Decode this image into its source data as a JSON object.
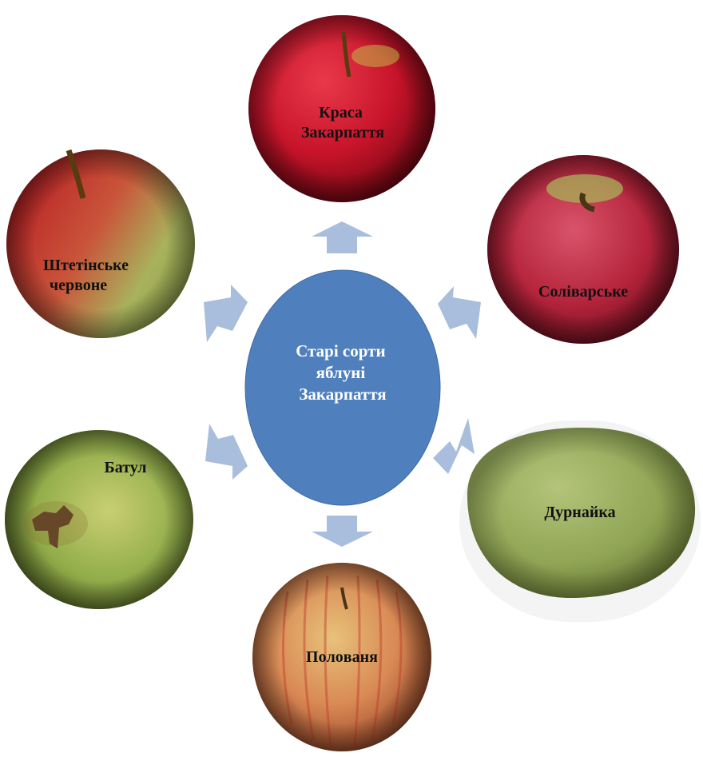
{
  "center": {
    "label_lines": [
      "Старі сорти",
      "яблуні",
      "Закарпаття"
    ]
  },
  "apples": [
    {
      "id": "krasa",
      "label_lines": [
        "Краса",
        "Закарпаття"
      ]
    },
    {
      "id": "solivarske",
      "label_lines": [
        "Соліварське"
      ]
    },
    {
      "id": "durnaika",
      "label_lines": [
        "Дурнайка"
      ]
    },
    {
      "id": "polovanya",
      "label_lines": [
        "Пoлoваня"
      ]
    },
    {
      "id": "batul",
      "label_lines": [
        "Батул"
      ]
    },
    {
      "id": "shtetinske",
      "label_lines": [
        "Штетінське",
        "червоне"
      ]
    }
  ],
  "colors": {
    "center_fill": "#4f80bd",
    "arrow_fill": "#a9bedc",
    "red_apple": "#c8142a",
    "green_apple": "#8fae4c"
  }
}
